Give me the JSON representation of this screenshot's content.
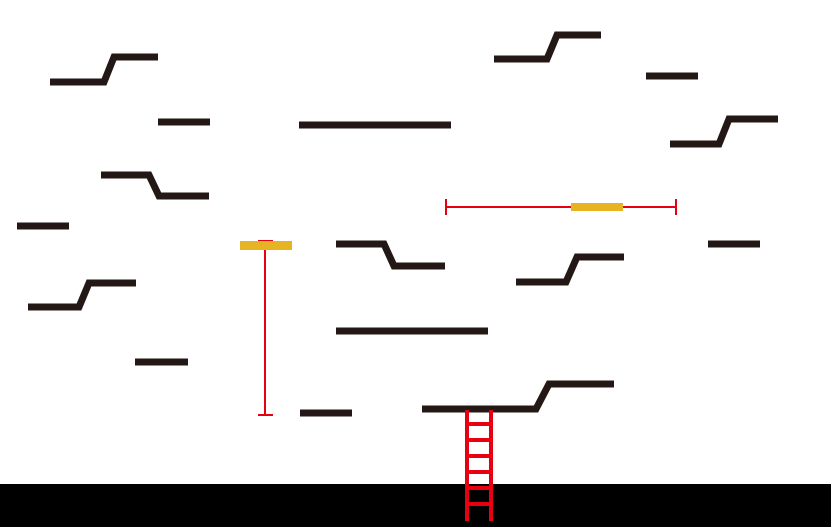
{
  "colors": {
    "background": "#ffffff",
    "platform": "#231815",
    "ground": "#000000",
    "ladder": "#e60012",
    "moving_platform": "#e6b422",
    "path_guide": "#e60012"
  },
  "level": {
    "elements": [
      "step-platform",
      "flat-platform",
      "moving-platform-vertical",
      "moving-platform-horizontal",
      "ladder",
      "ground"
    ]
  }
}
